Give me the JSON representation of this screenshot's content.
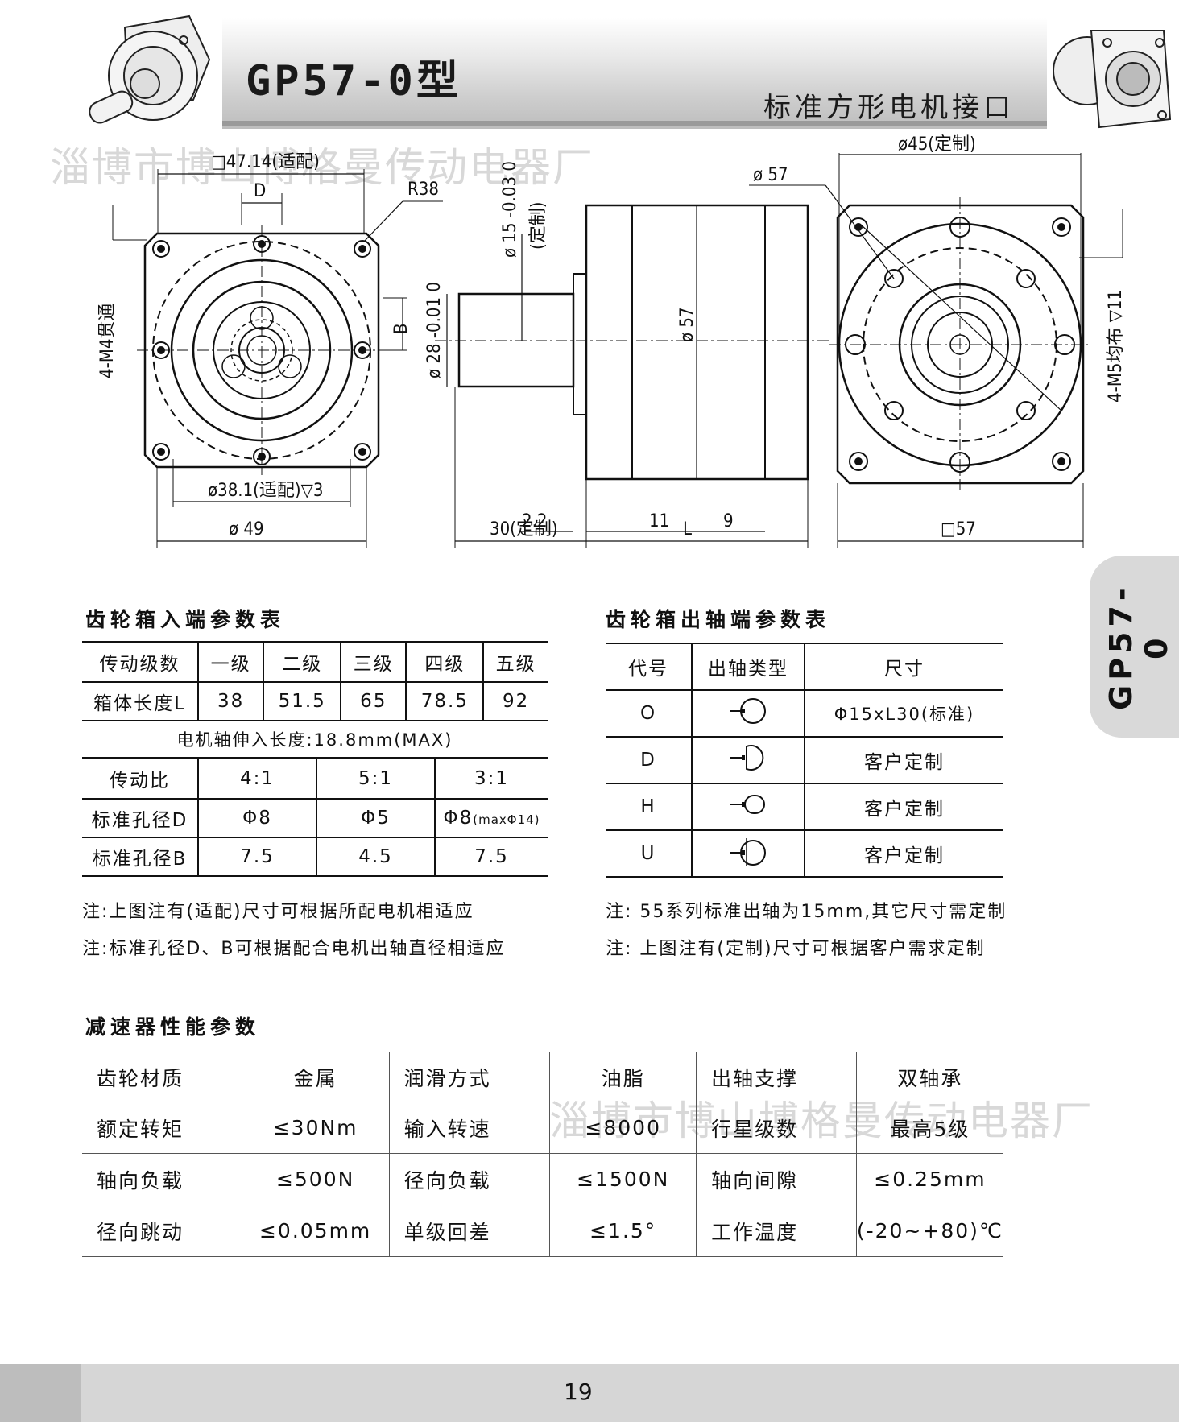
{
  "header": {
    "title": "GP57-0型",
    "subtitle": "标准方形电机接口"
  },
  "watermark": "淄博市博山博格曼传动电器厂",
  "side_tab": "GP57-0",
  "drawing": {
    "dim_square_input": "□47.14(适配)",
    "dim_D": "D",
    "dim_R38": "R38",
    "dim_B": "B",
    "dim_holes_input": "4-M4贯通",
    "dim_bore": "ø38.1(适配)▽3",
    "dim_dia49": "ø 49",
    "dim_shaft_tol": "ø 15 -0.03 0",
    "dim_shaft_tol_note": "(定制)",
    "dim_dia28": "ø 28 -0.01 0",
    "dim_dia57_side": "ø 57",
    "dim_2_2": "2.2",
    "dim_11": "11",
    "dim_9": "9",
    "dim_30": "30(定制)",
    "dim_L": "L",
    "dim_dia57_front": "ø 57",
    "dim_dia45": "ø45(定制)",
    "dim_holes_output": "4-M5均布 ▽11",
    "dim_square57": "□57"
  },
  "input_table": {
    "title": "齿轮箱入端参数表",
    "stage_label": "传动级数",
    "stages": [
      "一级",
      "二级",
      "三级",
      "四级",
      "五级"
    ],
    "length_label": "箱体长度L",
    "lengths": [
      "38",
      "51.5",
      "65",
      "78.5",
      "92"
    ],
    "shaft_insert": "电机轴伸入长度:18.8mm(MAX)",
    "ratio_label": "传动比",
    "ratios": [
      "4:1",
      "5:1",
      "3:1"
    ],
    "boreD_label": "标准孔径D",
    "boreD": [
      "Φ8",
      "Φ5",
      "Φ8"
    ],
    "boreD_extra": "(maxΦ14)",
    "boreB_label": "标准孔径B",
    "boreB": [
      "7.5",
      "4.5",
      "7.5"
    ]
  },
  "input_notes": [
    "注:上图注有(适配)尺寸可根据所配电机相适应",
    "注:标准孔径D、B可根据配合电机出轴直径相适应"
  ],
  "output_table": {
    "title": "齿轮箱出轴端参数表",
    "headers": [
      "代号",
      "出轴类型",
      "尺寸"
    ],
    "rows": [
      {
        "code": "O",
        "size": "Φ15xL30(标准)"
      },
      {
        "code": "D",
        "size": "客户定制"
      },
      {
        "code": "H",
        "size": "客户定制"
      },
      {
        "code": "U",
        "size": "客户定制"
      }
    ]
  },
  "output_notes": [
    "注: 55系列标准出轴为15mm,其它尺寸需定制",
    "注: 上图注有(定制)尺寸可根据客户需求定制"
  ],
  "perf_table": {
    "title": "减速器性能参数",
    "rows": [
      [
        "齿轮材质",
        "金属",
        "润滑方式",
        "油脂",
        "出轴支撑",
        "双轴承"
      ],
      [
        "额定转矩",
        "≤30Nm",
        "输入转速",
        "≤8000",
        "行星级数",
        "最高5级"
      ],
      [
        "轴向负载",
        "≤500N",
        "径向负载",
        "≤1500N",
        "轴向间隙",
        "≤0.25mm"
      ],
      [
        "径向跳动",
        "≤0.05mm",
        "单级回差",
        "≤1.5°",
        "工作温度",
        "(-20~+80)℃"
      ]
    ]
  },
  "page_number": "19"
}
